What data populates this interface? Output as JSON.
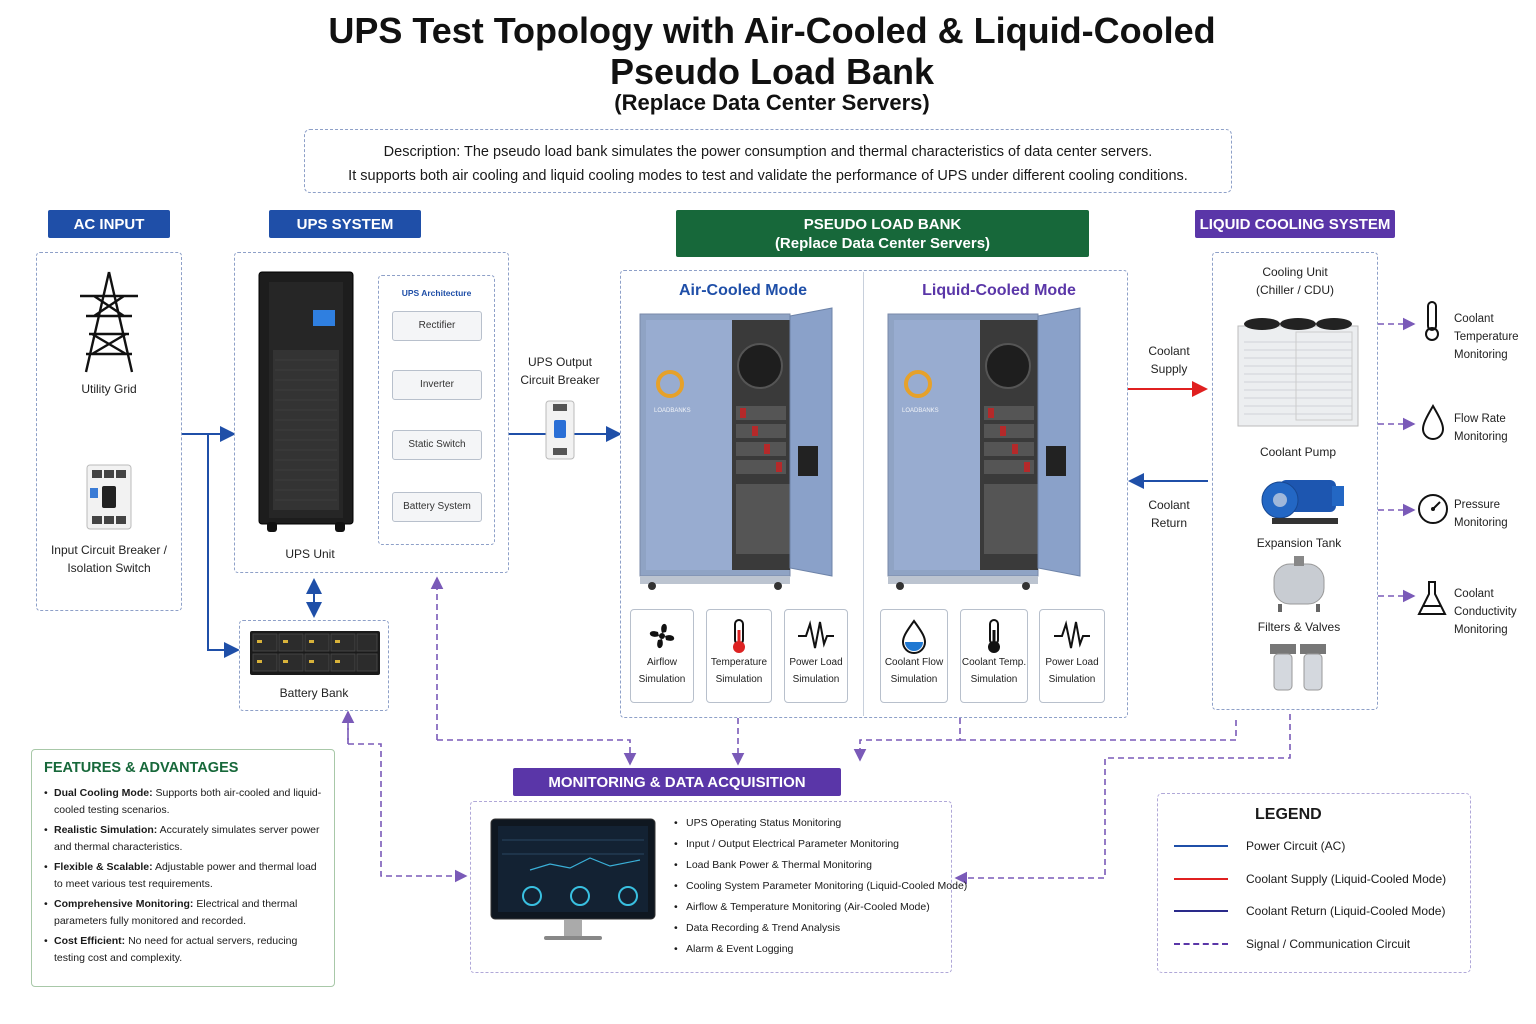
{
  "title_line1": "UPS Test Topology with Air-Cooled & Liquid-Cooled",
  "title_line2": "Pseudo Load Bank",
  "subtitle": "(Replace Data Center Servers)",
  "description": {
    "line1": "Description: The pseudo load bank simulates the power consumption and thermal characteristics of data center servers.",
    "line2": "It supports both air cooling and liquid cooling modes to test and validate the performance of UPS under different cooling conditions."
  },
  "ac_input": {
    "header": "AC INPUT",
    "utility": "Utility Grid",
    "breaker_l1": "Input Circuit Breaker /",
    "breaker_l2": "Isolation Switch"
  },
  "ups": {
    "header": "UPS SYSTEM",
    "unit": "UPS Unit",
    "arch_title": "UPS Architecture",
    "arch": [
      "Rectifier",
      "Inverter",
      "Static Switch",
      "Battery System"
    ],
    "battery": "Battery Bank",
    "output_l1": "UPS Output",
    "output_l2": "Circuit Breaker"
  },
  "load_bank": {
    "header_l1": "PSEUDO LOAD BANK",
    "header_l2": "(Replace Data Center Servers)",
    "air_mode": "Air-Cooled Mode",
    "liquid_mode": "Liquid-Cooled Mode",
    "brand": "LOADBANKS",
    "air_tiles": [
      [
        "Airflow",
        "Simulation"
      ],
      [
        "Temperature",
        "Simulation"
      ],
      [
        "Power Load",
        "Simulation"
      ]
    ],
    "liquid_tiles": [
      [
        "Coolant Flow",
        "Simulation"
      ],
      [
        "Coolant Temp.",
        "Simulation"
      ],
      [
        "Power Load",
        "Simulation"
      ]
    ]
  },
  "coolant": {
    "supply_l1": "Coolant",
    "supply_l2": "Supply",
    "return_l1": "Coolant",
    "return_l2": "Return"
  },
  "liquid": {
    "header": "LIQUID COOLING SYSTEM",
    "cooling_l1": "Cooling Unit",
    "cooling_l2": "(Chiller / CDU)",
    "pump": "Coolant Pump",
    "tank": "Expansion Tank",
    "filters": "Filters & Valves",
    "monitors": [
      [
        "Coolant",
        "Temperature",
        "Monitoring"
      ],
      [
        "Flow Rate",
        "Monitoring"
      ],
      [
        "Pressure",
        "Monitoring"
      ],
      [
        "Coolant",
        "Conductivity",
        "Monitoring"
      ]
    ]
  },
  "features": {
    "title": "FEATURES & ADVANTAGES",
    "items": [
      {
        "b": "Dual Cooling Mode:",
        "t": " Supports both air-cooled and liquid-cooled testing scenarios."
      },
      {
        "b": "Realistic Simulation:",
        "t": " Accurately simulates server power and thermal characteristics."
      },
      {
        "b": "Flexible & Scalable:",
        "t": " Adjustable power and thermal load to meet various test requirements."
      },
      {
        "b": "Comprehensive Monitoring:",
        "t": " Electrical and thermal parameters fully monitored and recorded."
      },
      {
        "b": "Cost Efficient:",
        "t": " No need for actual servers, reducing testing cost and complexity."
      }
    ]
  },
  "monitoring": {
    "header": "MONITORING & DATA ACQUISITION",
    "items": [
      "UPS Operating Status Monitoring",
      "Input / Output Electrical Parameter Monitoring",
      "Load Bank Power & Thermal Monitoring",
      "Cooling System Parameter Monitoring (Liquid-Cooled Mode)",
      "Airflow & Temperature Monitoring (Air-Cooled Mode)",
      "Data Recording & Trend Analysis",
      "Alarm & Event Logging"
    ]
  },
  "legend": {
    "title": "LEGEND",
    "items": [
      {
        "label": "Power Circuit (AC)",
        "color": "#1f4fa8",
        "style": "solid"
      },
      {
        "label": "Coolant Supply (Liquid-Cooled Mode)",
        "color": "#e02020",
        "style": "solid"
      },
      {
        "label": "Coolant Return (Liquid-Cooled Mode)",
        "color": "#2a2a8a",
        "style": "solid"
      },
      {
        "label": "Signal / Communication Circuit",
        "color": "#5a36a8",
        "style": "dashed"
      }
    ]
  },
  "colors": {
    "power": "#1f4fa8",
    "supply": "#e02020",
    "return": "#1f4fa8",
    "signal": "#7a5ab8"
  }
}
